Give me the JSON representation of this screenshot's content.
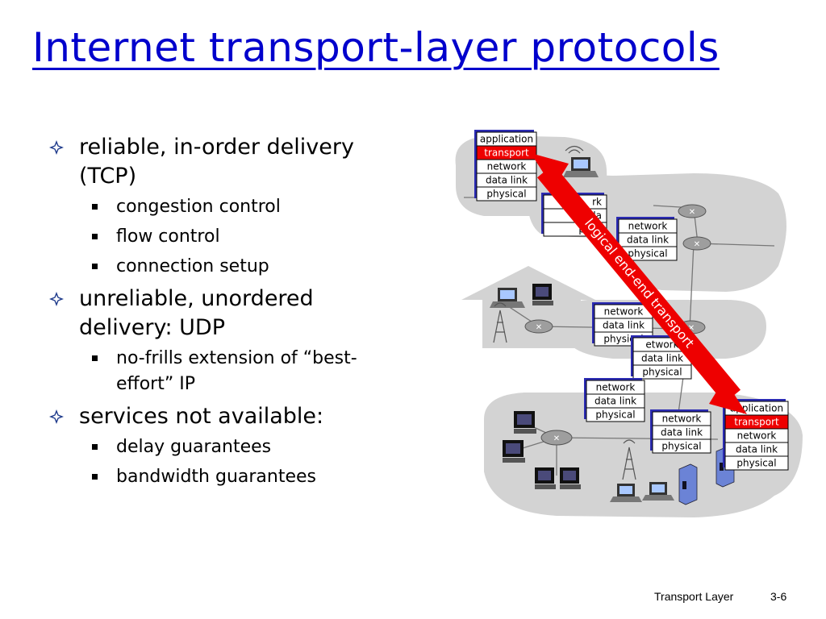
{
  "slide": {
    "title": "Internet transport-layer protocols",
    "bullets": [
      {
        "text": "reliable, in-order delivery (TCP)",
        "subs": [
          "congestion control",
          "flow control",
          "connection setup"
        ]
      },
      {
        "text": "unreliable, unordered delivery: UDP",
        "subs": [
          "no-frills extension of “best-effort” IP"
        ]
      },
      {
        "text": "services not available:",
        "subs": [
          "delay guarantees",
          "bandwidth guarantees"
        ]
      }
    ]
  },
  "diagram": {
    "arrow_label": "logical end-end transport",
    "full_stack_source": [
      "application",
      "transport",
      "network",
      "data link",
      "physical"
    ],
    "full_stack_dest": [
      "application",
      "transport",
      "network",
      "data link",
      "physical"
    ],
    "stack_partial_left": [
      "rk",
      "da",
      "phys"
    ],
    "stack_router_1": [
      "network",
      "data link",
      "physical"
    ],
    "stack_router_2": [
      "network",
      "data link",
      "physical"
    ],
    "stack_router_3": [
      "etwork",
      "data link",
      "physical"
    ],
    "stack_router_4": [
      "network",
      "data link",
      "physical"
    ],
    "stack_router_5": [
      "network",
      "data link",
      "physical"
    ],
    "colors": {
      "highlight": "#ee0000",
      "stack_shadow": "#2b2bb3",
      "cloud": "#d3d3d3"
    }
  },
  "footer": {
    "chapter": "Transport Layer",
    "page": "3-6"
  }
}
